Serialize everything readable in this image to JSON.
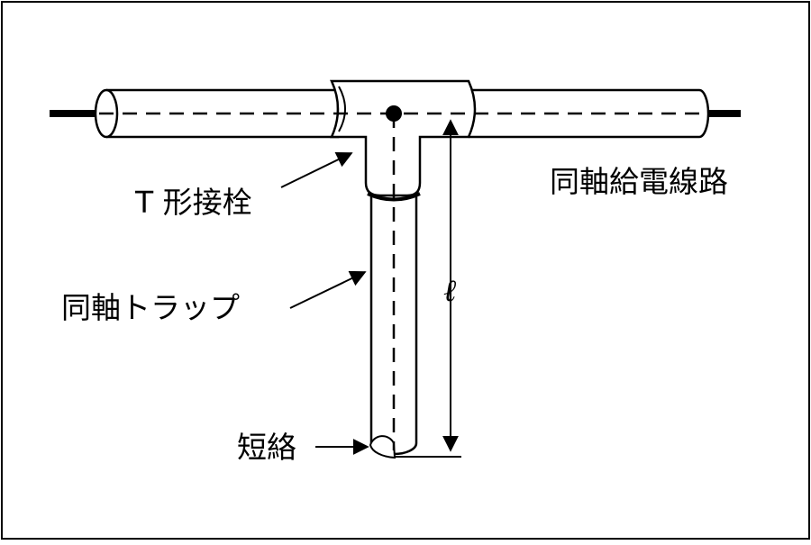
{
  "labels": {
    "t_connector": "T 形接栓",
    "coax_feeder": "同軸給電線路",
    "coax_trap": "同軸トラップ",
    "short_circuit": "短絡",
    "length_symbol": "ℓ"
  }
}
